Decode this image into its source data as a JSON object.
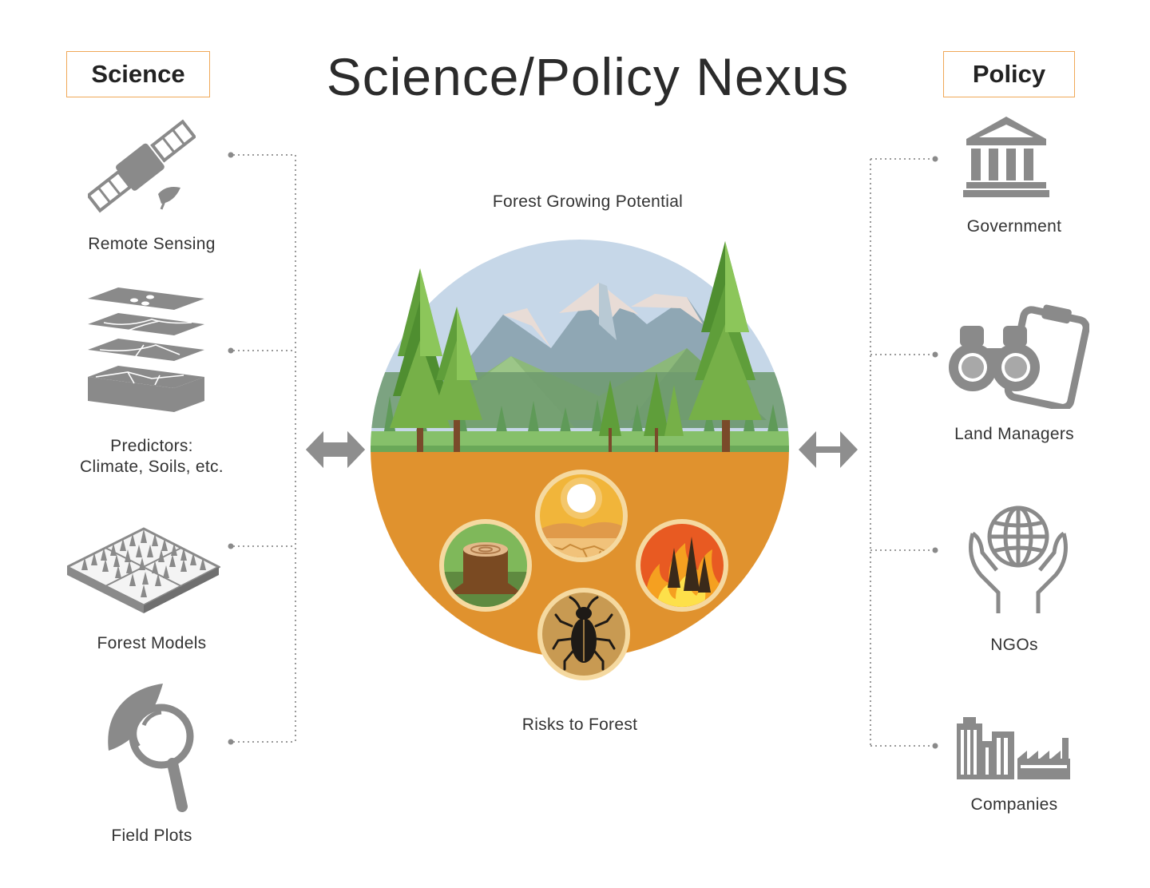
{
  "title": "Science/Policy Nexus",
  "science": {
    "heading": "Science",
    "items": [
      {
        "label": "Remote Sensing",
        "icon": "satellite-icon"
      },
      {
        "label_line1": "Predictors:",
        "label_line2": "Climate, Soils, etc.",
        "icon": "map-layers-icon"
      },
      {
        "label": "Forest Models",
        "icon": "forest-grid-icon"
      },
      {
        "label": "Field Plots",
        "icon": "leaf-magnifier-icon"
      }
    ]
  },
  "policy": {
    "heading": "Policy",
    "items": [
      {
        "label": "Government",
        "icon": "government-building-icon"
      },
      {
        "label": "Land Managers",
        "icon": "binoculars-clipboard-icon"
      },
      {
        "label": "NGOs",
        "icon": "hands-globe-icon"
      },
      {
        "label": "Companies",
        "icon": "buildings-factory-icon"
      }
    ]
  },
  "center": {
    "top_label": "Forest Growing Potential",
    "bottom_label": "Risks to Forest",
    "risks": [
      "drought-icon",
      "stump-icon",
      "fire-icon",
      "beetle-icon"
    ]
  },
  "colors": {
    "icon_gray": "#8a8a8a",
    "accent_orange": "#f0a858",
    "ground_orange": "#e0922e",
    "sky": "#c6d7e8"
  }
}
